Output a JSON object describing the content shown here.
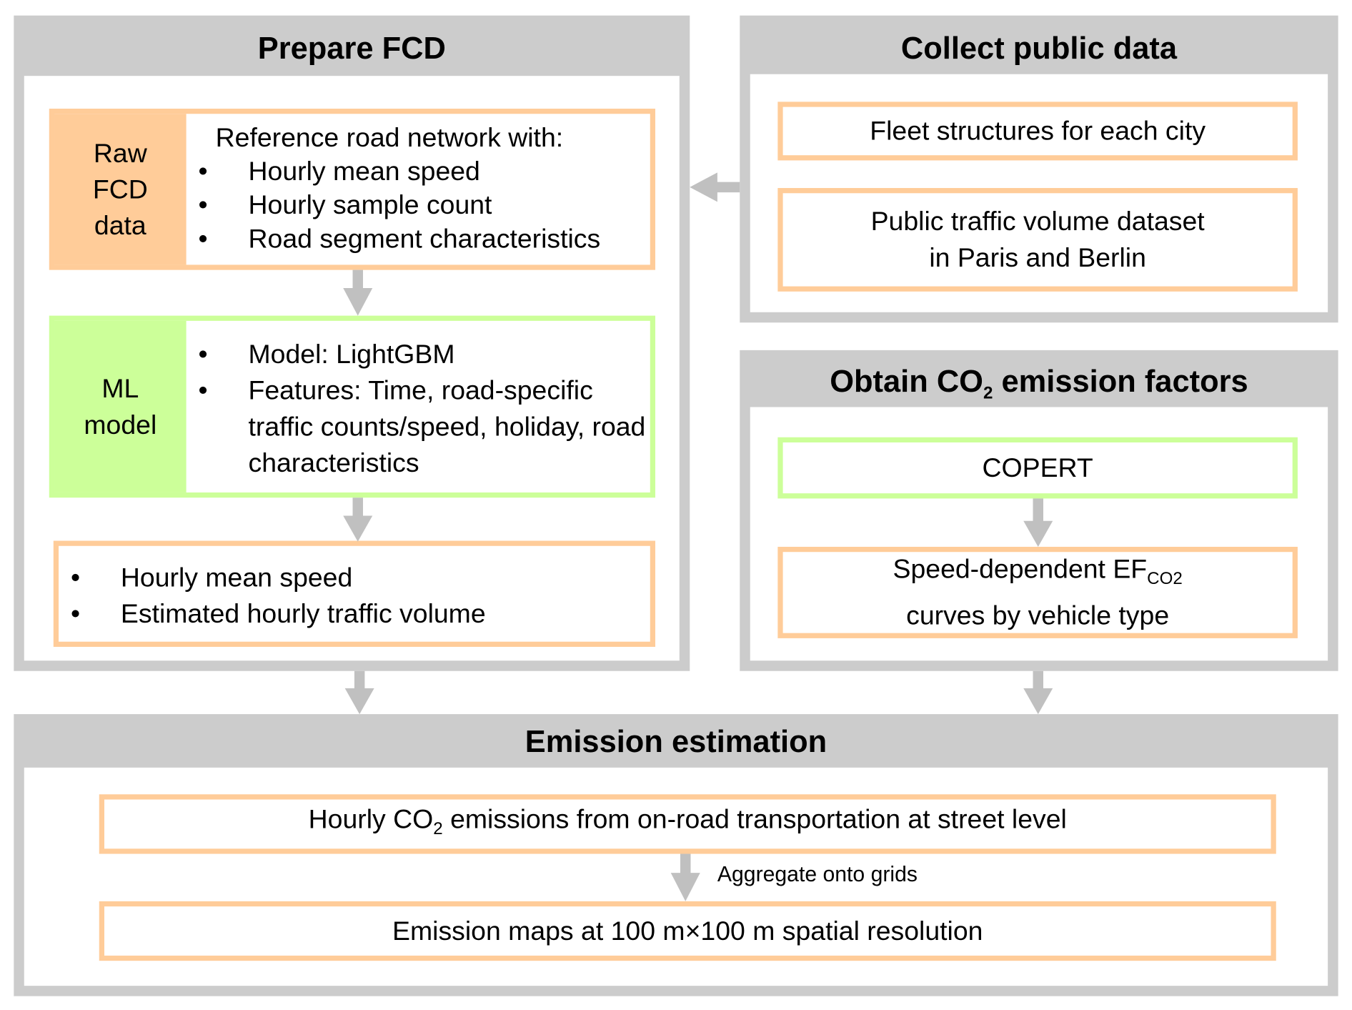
{
  "prepare_fcd": {
    "title": "Prepare FCD",
    "raw_fcd": {
      "label": [
        "Raw",
        "FCD",
        "data"
      ],
      "heading": "Reference road network with:",
      "items": [
        "Hourly mean speed",
        "Hourly sample count",
        "Road segment characteristics"
      ]
    },
    "ml_model": {
      "label": [
        "ML",
        "model"
      ],
      "items": [
        "Model: LightGBM",
        "Features: Time, road-specific traffic counts/speed, holiday, road characteristics"
      ]
    },
    "output": {
      "items": [
        "Hourly mean speed",
        "Estimated hourly traffic volume"
      ]
    }
  },
  "collect_public_data": {
    "title": "Collect public data",
    "items": [
      "Fleet structures for each city",
      "Public traffic volume dataset",
      "in Paris and Berlin"
    ]
  },
  "obtain_ef": {
    "title_prefix": "Obtain CO",
    "title_sub": "2",
    "title_suffix": " emission factors",
    "copert": "COPERT",
    "curves_prefix": "Speed-dependent EF",
    "curves_sub": "CO2",
    "curves_line2": "curves by vehicle type"
  },
  "emission_estimation": {
    "title": "Emission estimation",
    "hourly_prefix": "Hourly CO",
    "hourly_sub": "2",
    "hourly_suffix": " emissions from on-road transportation at street level",
    "aggregate_label": "Aggregate onto grids",
    "maps": "Emission maps at 100 m×100 m spatial resolution"
  },
  "colors": {
    "panel": "#cccccc",
    "orange": "#ffcc99",
    "green": "#ccff99",
    "arrow": "#c0c0c0"
  }
}
